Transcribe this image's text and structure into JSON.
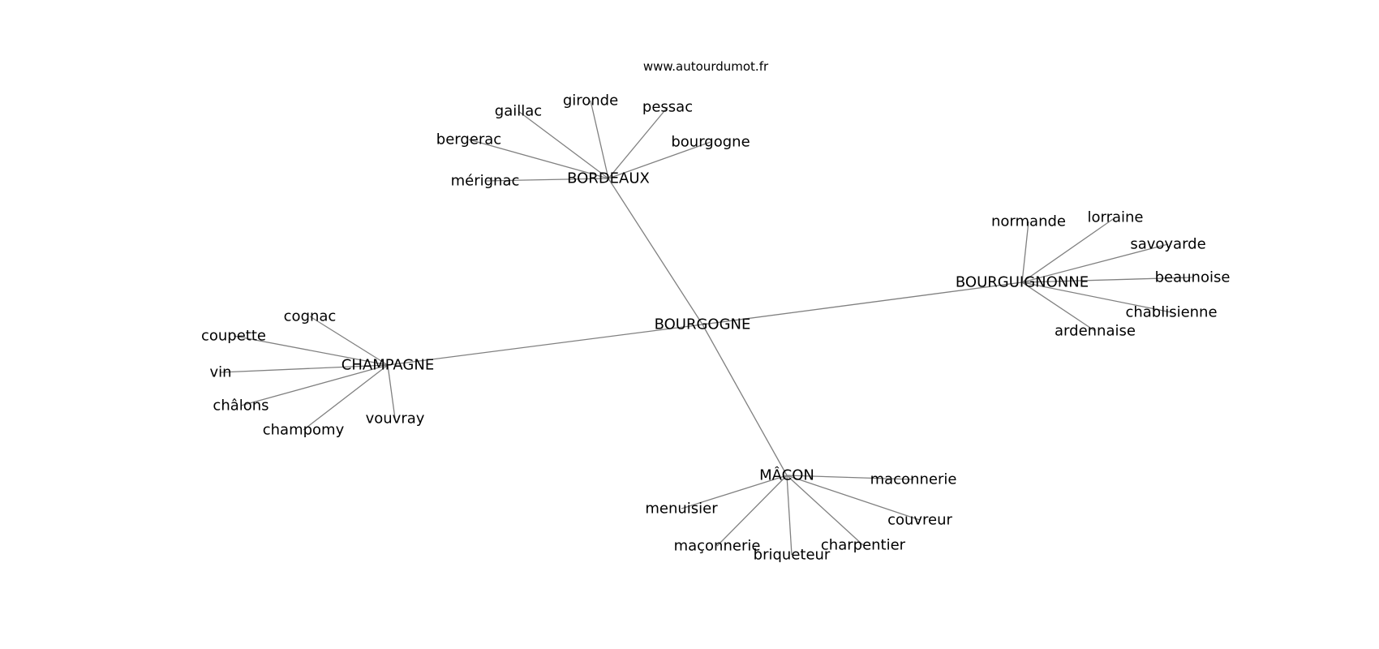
{
  "source": "www.autourdumot.fr",
  "colors": {
    "edge": "#808080",
    "text": "#000000",
    "background": "#ffffff"
  },
  "center": "BOURGOGNE",
  "clusters": [
    {
      "hub": "BORDEAUX",
      "leaves": [
        "gironde",
        "gaillac",
        "pessac",
        "bergerac",
        "bourgogne",
        "mérignac"
      ]
    },
    {
      "hub": "BOURGUIGNONNE",
      "leaves": [
        "normande",
        "lorraine",
        "savoyarde",
        "beaunoise",
        "chablisienne",
        "ardennaise"
      ]
    },
    {
      "hub": "CHAMPAGNE",
      "leaves": [
        "cognac",
        "coupette",
        "vin",
        "châlons",
        "champomy",
        "vouvray"
      ]
    },
    {
      "hub": "MÂCON",
      "leaves": [
        "maconnerie",
        "menuisier",
        "couvreur",
        "maçonnerie",
        "charpentier",
        "briqueteur"
      ]
    }
  ]
}
